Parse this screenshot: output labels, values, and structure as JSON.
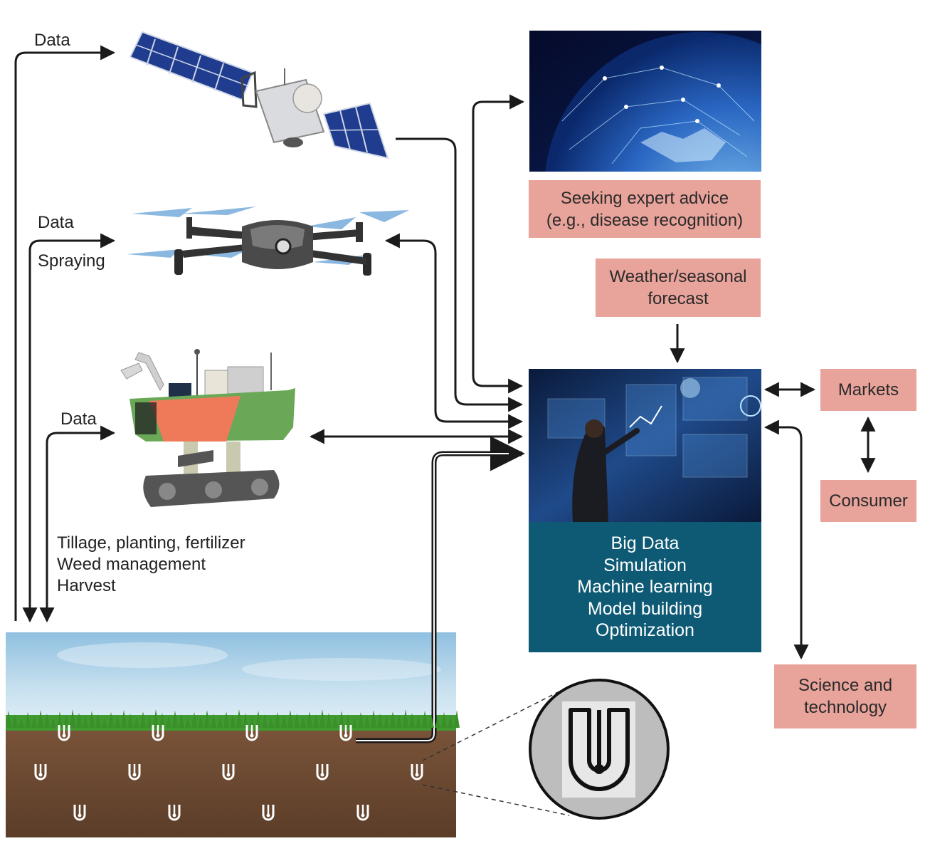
{
  "left_labels": {
    "satellite_data": "Data",
    "drone_data": "Data",
    "drone_spraying": "Spraying",
    "robot_data": "Data",
    "operations": [
      "Tillage, planting, fertilizer",
      "Weed management",
      "Harvest"
    ]
  },
  "boxes": {
    "expert_advice": [
      "Seeking expert advice",
      "(e.g., disease recognition)"
    ],
    "weather": [
      "Weather/seasonal",
      "forecast"
    ],
    "markets": "Markets",
    "consumer": "Consumer",
    "science": [
      "Science and",
      "technology"
    ]
  },
  "big_data": [
    "Big Data",
    "Simulation",
    "Machine learning",
    "Model building",
    "Optimization"
  ],
  "colors": {
    "box_fill": "#e8a39b",
    "big_data_fill": "#0e5a75",
    "soil": "#6b4a32",
    "sky": "#b8d6ea",
    "grass": "#3f9a2f",
    "arrow": "#1a1a1a"
  }
}
